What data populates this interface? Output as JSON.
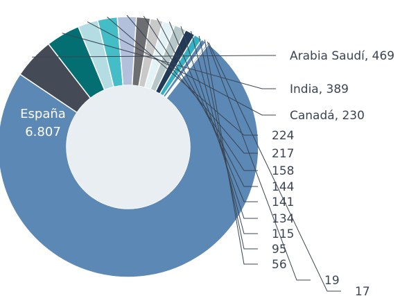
{
  "chart_data": {
    "type": "pie",
    "title": "",
    "donut": true,
    "slices": [
      {
        "label": "España",
        "value": 6807,
        "display": "6.807",
        "color": "#5b88b4"
      },
      {
        "label": "Arabia Saudí",
        "value": 469,
        "display": "469",
        "color": "#444b56"
      },
      {
        "label": "India",
        "value": 389,
        "display": "389",
        "color": "#036f73"
      },
      {
        "label": "Canadá",
        "value": 230,
        "display": "230",
        "color": "#b3dde3"
      },
      {
        "label": "",
        "value": 224,
        "display": "224",
        "color": "#45bdc7"
      },
      {
        "label": "",
        "value": 217,
        "display": "217",
        "color": "#b3c0dc"
      },
      {
        "label": "",
        "value": 158,
        "display": "158",
        "color": "#6d6e71"
      },
      {
        "label": "",
        "value": 144,
        "display": "144",
        "color": "#c9c9c9"
      },
      {
        "label": "",
        "value": 141,
        "display": "141",
        "color": "#e2f2f5"
      },
      {
        "label": "",
        "value": 134,
        "display": "134",
        "color": "#b8c8c9"
      },
      {
        "label": "",
        "value": 115,
        "display": "115",
        "color": "#233a57"
      },
      {
        "label": "",
        "value": 95,
        "display": "95",
        "color": "#36b0c1"
      },
      {
        "label": "",
        "value": 56,
        "display": "56",
        "color": "#5b88b4"
      },
      {
        "label": "",
        "value": 19,
        "display": "19",
        "color": "#e9eef3"
      },
      {
        "label": "",
        "value": 17,
        "display": "17",
        "color": "#5b88b4"
      }
    ],
    "legend": "none"
  }
}
